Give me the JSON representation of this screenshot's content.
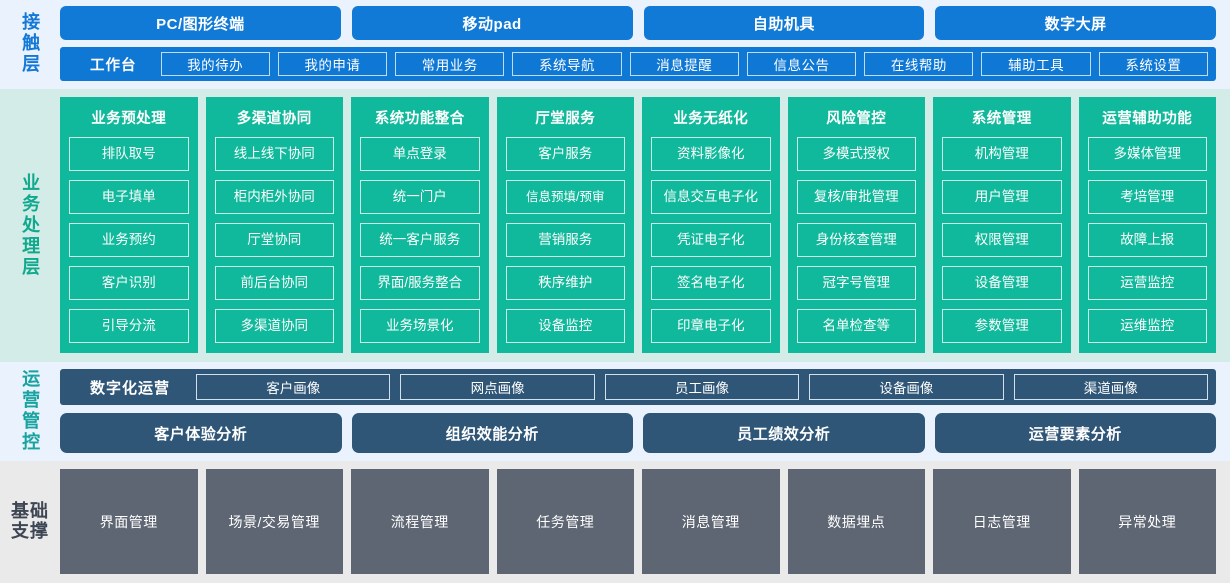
{
  "layers": {
    "contact": {
      "label": "接触层",
      "accent": "#1179D6",
      "channels": [
        "PC/图形终端",
        "移动pad",
        "自助机具",
        "数字大屏"
      ],
      "nav_title": "工作台",
      "nav_items": [
        "我的待办",
        "我的申请",
        "常用业务",
        "系统导航",
        "消息提醒",
        "信息公告",
        "在线帮助",
        "辅助工具",
        "系统设置"
      ]
    },
    "business": {
      "label": "业务处理层",
      "accent": "#10B99B",
      "columns": [
        {
          "title": "业务预处理",
          "items": [
            "排队取号",
            "电子填单",
            "业务预约",
            "客户识别",
            "引导分流"
          ]
        },
        {
          "title": "多渠道协同",
          "items": [
            "线上线下协同",
            "柜内柜外协同",
            "厅堂协同",
            "前后台协同",
            "多渠道协同"
          ]
        },
        {
          "title": "系统功能整合",
          "items": [
            "单点登录",
            "统一门户",
            "统一客户服务",
            "界面/服务整合",
            "业务场景化"
          ]
        },
        {
          "title": "厅堂服务",
          "items": [
            "客户服务",
            "信息预填/预审",
            "营销服务",
            "秩序维护",
            "设备监控"
          ]
        },
        {
          "title": "业务无纸化",
          "items": [
            "资料影像化",
            "信息交互电子化",
            "凭证电子化",
            "签名电子化",
            "印章电子化"
          ]
        },
        {
          "title": "风险管控",
          "items": [
            "多模式授权",
            "复核/审批管理",
            "身份核查管理",
            "冠字号管理",
            "名单检查等"
          ]
        },
        {
          "title": "系统管理",
          "items": [
            "机构管理",
            "用户管理",
            "权限管理",
            "设备管理",
            "参数管理"
          ]
        },
        {
          "title": "运营辅助功能",
          "items": [
            "多媒体管理",
            "考培管理",
            "故障上报",
            "运营监控",
            "运维监控"
          ]
        }
      ]
    },
    "operations": {
      "label": "运营管控",
      "accent": "#2F5677",
      "digital_title": "数字化运营",
      "portraits": [
        "客户画像",
        "网点画像",
        "员工画像",
        "设备画像",
        "渠道画像"
      ],
      "analytics": [
        "客户体验分析",
        "组织效能分析",
        "员工绩效分析",
        "运营要素分析"
      ]
    },
    "foundation": {
      "label_line1": "基础",
      "label_line2": "支撑",
      "accent": "#5D6672",
      "items": [
        "界面管理",
        "场景/交易管理",
        "流程管理",
        "任务管理",
        "消息管理",
        "数据埋点",
        "日志管理",
        "异常处理"
      ]
    }
  }
}
